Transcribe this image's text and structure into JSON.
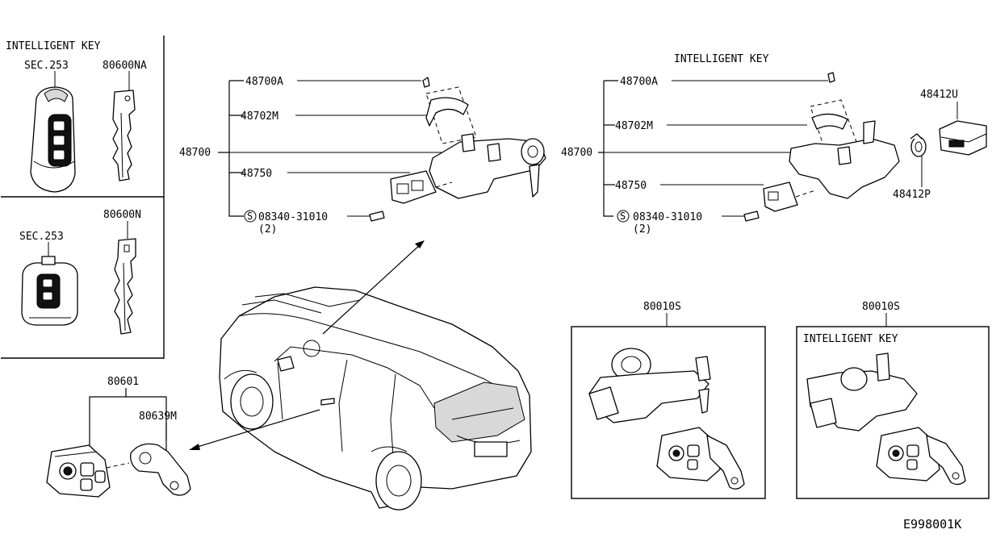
{
  "diagram_code": "E998001K",
  "left_panel": {
    "heading": "INTELLIGENT KEY",
    "fob_ref_top": "SEC.253",
    "key_top": "80600NA",
    "fob_ref_bottom": "SEC.253",
    "key_bottom": "80600N"
  },
  "door_lock": {
    "parent": "80601",
    "child": "80639M"
  },
  "ignition_left": {
    "parent": "48700",
    "parts": [
      "48700A",
      "48702M",
      "48750"
    ],
    "screw": "08340-31010",
    "screw_qty": "(2)",
    "screw_symbol": "S"
  },
  "ignition_right": {
    "heading": "INTELLIGENT KEY",
    "parent": "48700",
    "parts": [
      "48700A",
      "48702M",
      "48750"
    ],
    "screw": "08340-31010",
    "screw_qty": "(2)",
    "screw_symbol": "S",
    "extra_parts": [
      "48412U",
      "48412P"
    ]
  },
  "kit_left": {
    "code": "80010S"
  },
  "kit_right": {
    "code": "80010S",
    "heading": "INTELLIGENT KEY"
  },
  "icons": [
    "intelligent-key-fob-icon",
    "mechanical-key-icon",
    "ignition-switch-icon",
    "door-lock-cylinder-icon",
    "vehicle-icon"
  ]
}
